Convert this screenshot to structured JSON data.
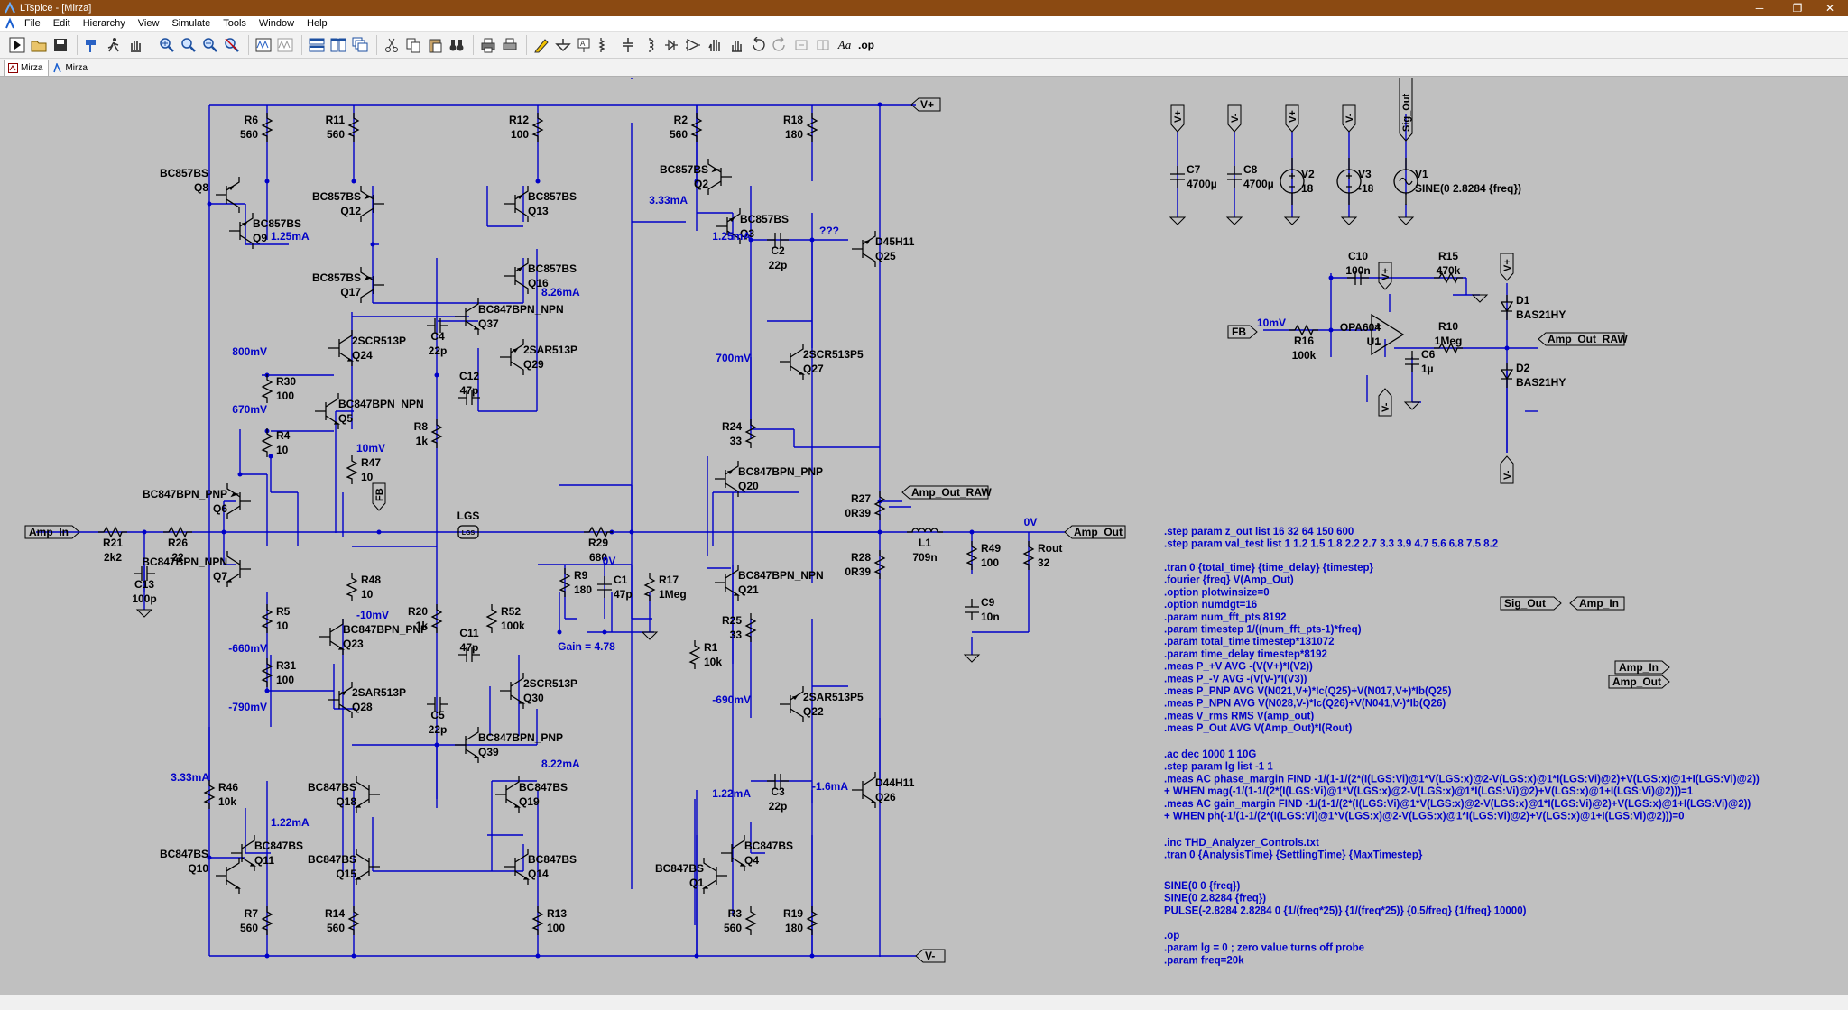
{
  "window": {
    "title": "LTspice - [Mirza]",
    "minimize": "─",
    "maximize": "❐",
    "close": "✕"
  },
  "menu": {
    "items": [
      "File",
      "Edit",
      "Hierarchy",
      "View",
      "Simulate",
      "Tools",
      "Window",
      "Help"
    ]
  },
  "toolbar": {
    "buttons": [
      "run",
      "open",
      "save",
      "control-panel",
      "halt",
      "pan",
      "zoom-in",
      "zoom-pan",
      "zoom-out",
      "zoom-fit",
      "waveform",
      "waveform-2",
      "tile-horizontal",
      "tile-vertical",
      "cascade",
      "cut",
      "copy",
      "paste",
      "find",
      "print",
      "print-setup",
      "draw-wire",
      "ground",
      "label-net",
      "resistor",
      "capacitor",
      "inductor",
      "diode",
      "component",
      "move",
      "drag",
      "undo",
      "redo",
      "rotate",
      "mirror",
      "text",
      "spice-directive"
    ],
    "text_label": "Aa",
    "op_label": ".op"
  },
  "tabs": [
    {
      "label": "Mirza",
      "active": true
    },
    {
      "label": "Mirza",
      "active": false
    }
  ],
  "colors": {
    "canvas": "#c0c0c0",
    "wire": "#0000c8",
    "label": "#0000c8",
    "text": "#000000"
  },
  "schematic": {
    "flags": {
      "vplus": "V+",
      "vminus": "V-",
      "amp_in": "Amp_In",
      "amp_out": "Amp_Out",
      "amp_out_raw": "Amp_Out_RAW",
      "fb": "FB",
      "sig_out": "Sig_Out"
    },
    "parts": [
      {
        "ref": "R6",
        "value": "560"
      },
      {
        "ref": "R11",
        "value": "560"
      },
      {
        "ref": "R12",
        "value": "100"
      },
      {
        "ref": "R2",
        "value": "560"
      },
      {
        "ref": "R18",
        "value": "180"
      },
      {
        "ref": "Q8",
        "value": "BC857BS"
      },
      {
        "ref": "Q9",
        "value": "BC857BS"
      },
      {
        "ref": "Q12",
        "value": "BC857BS"
      },
      {
        "ref": "Q13",
        "value": "BC857BS"
      },
      {
        "ref": "Q17",
        "value": "BC857BS"
      },
      {
        "ref": "Q16",
        "value": "BC857BS"
      },
      {
        "ref": "Q2",
        "value": "BC857BS"
      },
      {
        "ref": "Q3",
        "value": "BC857BS"
      },
      {
        "ref": "C2",
        "value": "22p"
      },
      {
        "ref": "Q25",
        "value": "D45H11"
      },
      {
        "ref": "Q37",
        "value": "BC847BPN_NPN"
      },
      {
        "ref": "C4",
        "value": "22p"
      },
      {
        "ref": "Q24",
        "value": "2SCR513P"
      },
      {
        "ref": "Q29",
        "value": "2SAR513P"
      },
      {
        "ref": "Q27",
        "value": "2SCR513P5"
      },
      {
        "ref": "R30",
        "value": "100"
      },
      {
        "ref": "C12",
        "value": "47p"
      },
      {
        "ref": "Q5",
        "value": "BC847BPN_NPN"
      },
      {
        "ref": "R4",
        "value": "10"
      },
      {
        "ref": "R8",
        "value": "1k"
      },
      {
        "ref": "R24",
        "value": "33"
      },
      {
        "ref": "R47",
        "value": "10"
      },
      {
        "ref": "Q20",
        "value": "BC847BPN_PNP"
      },
      {
        "ref": "Q6",
        "value": "BC847BPN_PNP"
      },
      {
        "ref": "R27",
        "value": "0R39"
      },
      {
        "ref": "L1",
        "value": "709n"
      },
      {
        "ref": "R21",
        "value": "2k2"
      },
      {
        "ref": "R26",
        "value": "22"
      },
      {
        "ref": "R29",
        "value": "680"
      },
      {
        "ref": "R28",
        "value": "0R39"
      },
      {
        "ref": "R49",
        "value": "100"
      },
      {
        "ref": "Rout",
        "value": "32"
      },
      {
        "ref": "C13",
        "value": "100p"
      },
      {
        "ref": "Q7",
        "value": "BC847BPN_NPN"
      },
      {
        "ref": "R48",
        "value": "10"
      },
      {
        "ref": "R9",
        "value": "180"
      },
      {
        "ref": "C1",
        "value": "47p"
      },
      {
        "ref": "R17",
        "value": "1Meg"
      },
      {
        "ref": "Q21",
        "value": "BC847BPN_NPN"
      },
      {
        "ref": "C9",
        "value": "10n"
      },
      {
        "ref": "R5",
        "value": "10"
      },
      {
        "ref": "R20",
        "value": "1k"
      },
      {
        "ref": "R52",
        "value": "100k"
      },
      {
        "ref": "R25",
        "value": "33"
      },
      {
        "ref": "Q23",
        "value": "BC847BPN_PNP"
      },
      {
        "ref": "C11",
        "value": "47p"
      },
      {
        "ref": "R1",
        "value": "10k"
      },
      {
        "ref": "R31",
        "value": "100"
      },
      {
        "ref": "Q28",
        "value": "2SAR513P"
      },
      {
        "ref": "Q30",
        "value": "2SCR513P"
      },
      {
        "ref": "Q22",
        "value": "2SAR513P5"
      },
      {
        "ref": "C5",
        "value": "22p"
      },
      {
        "ref": "Q39",
        "value": "BC847BPN_PNP"
      },
      {
        "ref": "C3",
        "value": "22p"
      },
      {
        "ref": "Q26",
        "value": "D44H11"
      },
      {
        "ref": "R46",
        "value": "10k"
      },
      {
        "ref": "Q18",
        "value": "BC847BS"
      },
      {
        "ref": "Q19",
        "value": "BC847BS"
      },
      {
        "ref": "Q11",
        "value": "BC847BS"
      },
      {
        "ref": "Q15",
        "value": "BC847BS"
      },
      {
        "ref": "Q14",
        "value": "BC847BS"
      },
      {
        "ref": "Q4",
        "value": "BC847BS"
      },
      {
        "ref": "Q10",
        "value": "BC847BS"
      },
      {
        "ref": "Q1",
        "value": "BC847BS"
      },
      {
        "ref": "R7",
        "value": "560"
      },
      {
        "ref": "R14",
        "value": "560"
      },
      {
        "ref": "R13",
        "value": "100"
      },
      {
        "ref": "R3",
        "value": "560"
      },
      {
        "ref": "R19",
        "value": "180"
      },
      {
        "ref": "C7",
        "value": "4700µ"
      },
      {
        "ref": "C8",
        "value": "4700µ"
      },
      {
        "ref": "V2",
        "value": "18"
      },
      {
        "ref": "V3",
        "value": "-18"
      },
      {
        "ref": "V1",
        "value": "SINE(0 2.8284 {freq})"
      },
      {
        "ref": "C10",
        "value": "100n"
      },
      {
        "ref": "R15",
        "value": "470k"
      },
      {
        "ref": "D1",
        "value": "BAS21HY"
      },
      {
        "ref": "R16",
        "value": "100k"
      },
      {
        "ref": "U1",
        "value": "OPA604"
      },
      {
        "ref": "R10",
        "value": "1Meg"
      },
      {
        "ref": "C6",
        "value": "1µ"
      },
      {
        "ref": "D2",
        "value": "BAS21HY"
      }
    ],
    "probe": {
      "lgs": "LGS",
      "lgs_inner": "LGS"
    },
    "annotations": [
      "1.25mA",
      "8.26mA",
      "800mV",
      "670mV",
      "10mV",
      "-10mV",
      "-660mV",
      "-790mV",
      "8.22mA",
      "3.33mA",
      "1.22mA",
      "3.33mA",
      "1.25mA",
      "???",
      "700mV",
      "0V",
      "Gain = 4.78",
      "-690mV",
      "1.22mA",
      "-1.6mA",
      "0V",
      "10mV"
    ],
    "directives_step": [
      ".step param z_out list 16 32 64 150 600",
      ".step param val_test list 1 1.2 1.5 1.8 2.2 2.7 3.3 3.9 4.7 5.6 6.8 7.5 8.2"
    ],
    "directives_tran": [
      ".tran 0 {total_time} {time_delay} {timestep}",
      ".fourier {freq} V(Amp_Out)",
      ".option plotwinsize=0",
      ".option numdgt=16",
      ".param num_fft_pts 8192",
      ".param timestep 1/((num_fft_pts-1)*freq)",
      ".param total_time timestep*131072",
      ".param time_delay timestep*8192",
      ".meas P_+V AVG -(V(V+)*I(V2))",
      ".meas P_-V AVG -(V(V-)*I(V3))",
      ".meas P_PNP AVG V(N021,V+)*Ic(Q25)+V(N017,V+)*Ib(Q25)",
      ".meas P_NPN AVG V(N028,V-)*Ic(Q26)+V(N041,V-)*Ib(Q26)",
      ".meas V_rms RMS V(amp_out)",
      ".meas P_Out AVG V(Amp_Out)*I(Rout)"
    ],
    "directives_ac": [
      ".ac dec 1000 1 10G",
      ".step param lg list -1 1",
      ".meas AC phase_margin FIND -1/(1-1/(2*(I(LGS:Vi)@1*V(LGS:x)@2-V(LGS:x)@1*I(LGS:Vi)@2)+V(LGS:x)@1+I(LGS:Vi)@2))",
      "+ WHEN mag(-1/(1-1/(2*(I(LGS:Vi)@1*V(LGS:x)@2-V(LGS:x)@1*I(LGS:Vi)@2)+V(LGS:x)@1+I(LGS:Vi)@2)))=1",
      ".meas AC gain_margin FIND -1/(1-1/(2*(I(LGS:Vi)@1*V(LGS:x)@2-V(LGS:x)@1*I(LGS:Vi)@2)+V(LGS:x)@1+I(LGS:Vi)@2))",
      "+ WHEN ph(-1/(1-1/(2*(I(LGS:Vi)@1*V(LGS:x)@2-V(LGS:x)@1*I(LGS:Vi)@2)+V(LGS:x)@1+I(LGS:Vi)@2)))=0"
    ],
    "directives_thd": [
      ".inc THD_Analyzer_Controls.txt",
      ".tran 0 {AnalysisTime} {SettlingTime} {MaxTimestep}"
    ],
    "directives_sources": [
      "SINE(0 0 {freq})",
      "SINE(0 2.8284 {freq})",
      "PULSE(-2.8284 2.8284 0 {1/(freq*25)} {1/(freq*25)} {0.5/freq} {1/freq} 10000)"
    ],
    "directives_op": [
      ".op",
      ".param lg = 0 ; zero value turns off probe",
      ".param freq=20k"
    ]
  }
}
